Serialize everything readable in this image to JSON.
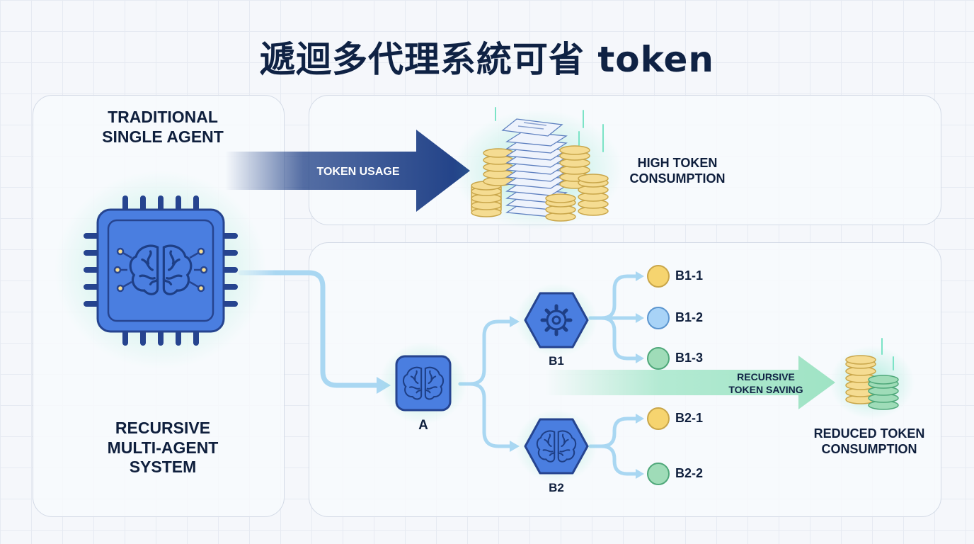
{
  "title": "遞迴多代理系統可省 token",
  "sections": {
    "traditional": "TRADITIONAL\nSINGLE AGENT",
    "recursive": "RECURSIVE\nMULTI-AGENT\nSYSTEM"
  },
  "arrows": {
    "token_usage": "TOKEN USAGE",
    "recursive_saving": "RECURSIVE\nTOKEN SAVING"
  },
  "outcomes": {
    "high": "HIGH TOKEN\nCONSUMPTION",
    "reduced": "REDUCED TOKEN\nCONSUMPTION"
  },
  "nodes": {
    "a": "A",
    "b1": "B1",
    "b2": "B2",
    "b1_1": "B1-1",
    "b1_2": "B1-2",
    "b1_3": "B1-3",
    "b2_1": "B2-1",
    "b2_2": "B2-2"
  },
  "colors": {
    "navy": "#1e3f86",
    "agent_blue": "#4a7ee0",
    "flow_blue": "#a9d7f2",
    "saving_green": "#9fe3c4",
    "leaf_yellow": "#f6d46f",
    "leaf_blue": "#a8d3f7",
    "leaf_green": "#9fdcb8"
  }
}
